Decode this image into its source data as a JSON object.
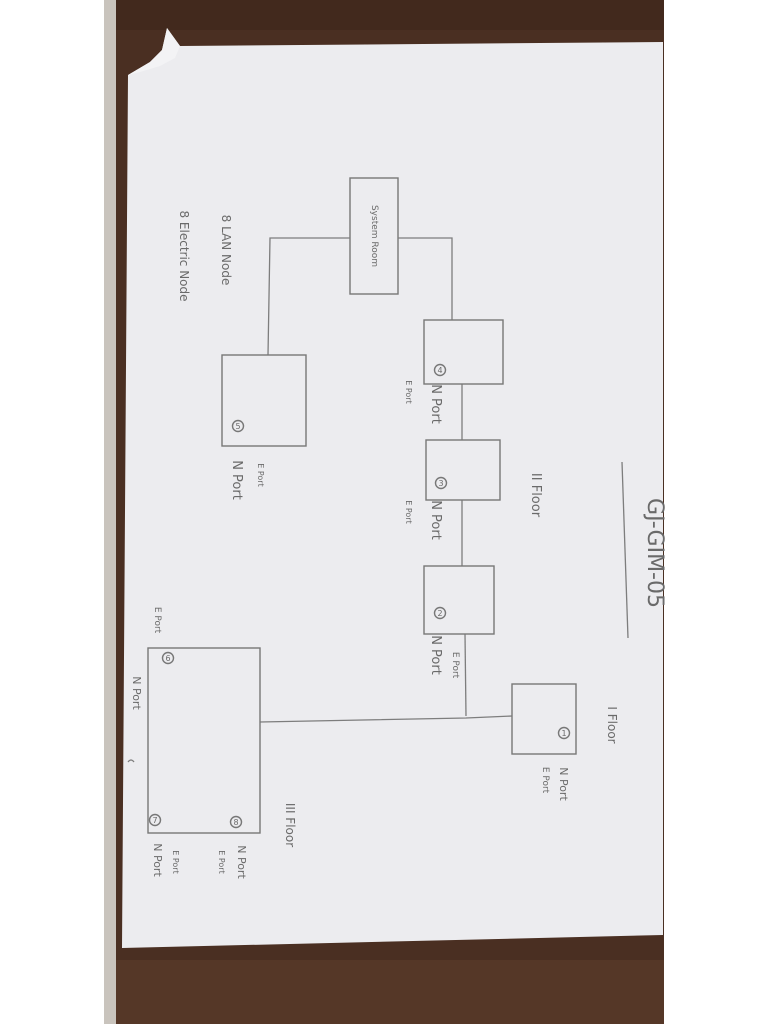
{
  "title": "GJ-GIM-05",
  "notes": {
    "lan": "8 LAN Node",
    "electric": "8 Electric Node"
  },
  "system_room": "System Room",
  "floors": {
    "first": "I Floor",
    "second": "II Floor",
    "third": "III Floor"
  },
  "port_labels": {
    "n": "N Port",
    "e": "E Port"
  },
  "nodes": {
    "n1": "1",
    "n2": "2",
    "n3": "3",
    "n4": "4",
    "n5": "5",
    "n6": "6",
    "n7": "7",
    "n8": "8"
  }
}
